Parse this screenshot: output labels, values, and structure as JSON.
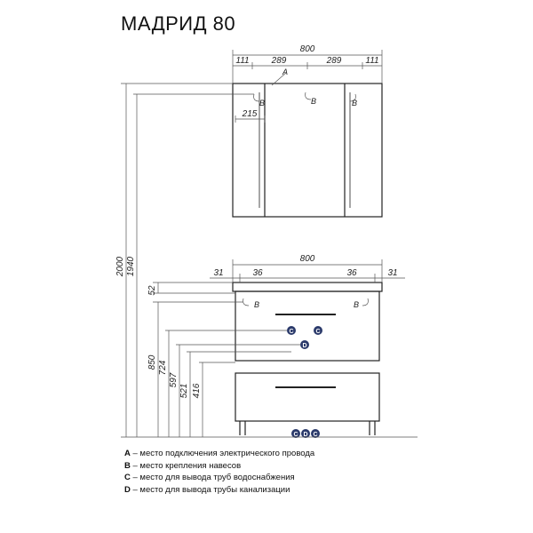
{
  "title": "МАДРИД 80",
  "dimensions": {
    "mirror_width": "800",
    "mirror_edge_left": "111",
    "mirror_mid_left": "289",
    "mirror_mid_right": "289",
    "mirror_edge_right": "111",
    "mirror_offset": "215",
    "cabinet_width": "800",
    "cabinet_edge_left": "31",
    "cabinet_inner_left": "36",
    "cabinet_inner_right": "36",
    "cabinet_edge_right": "31",
    "height_2000": "2000",
    "height_1940": "1940",
    "height_52": "52",
    "height_850": "850",
    "height_724": "724",
    "height_597": "597",
    "height_521": "521",
    "height_416": "416"
  },
  "markers": {
    "a": "A",
    "b": "B",
    "c": "C",
    "d": "D"
  },
  "legend": [
    {
      "letter": "A",
      "text": " – место подключения электрического провода"
    },
    {
      "letter": "B",
      "text": " – место крепления навесов"
    },
    {
      "letter": "C",
      "text": " – место для вывода труб водоснабжения"
    },
    {
      "letter": "D",
      "text": " – место для вывода трубы канализации"
    }
  ],
  "colors": {
    "line": "#222222",
    "dim_line": "#555555",
    "marker_dot": "#2b3a6b"
  }
}
